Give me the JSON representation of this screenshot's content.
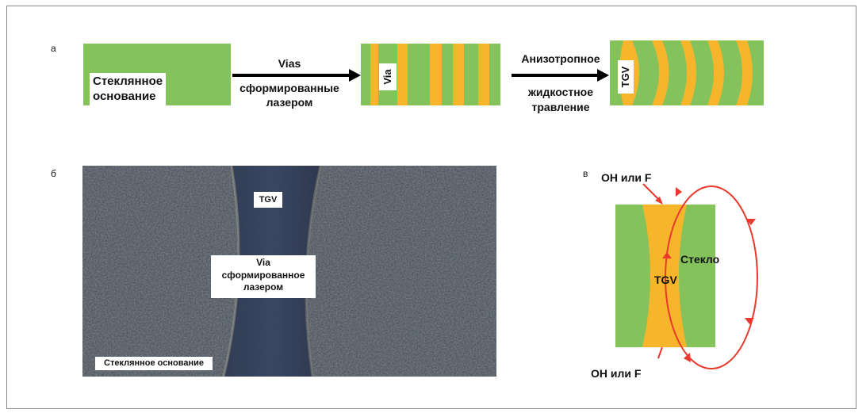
{
  "panels": {
    "a": "а",
    "b": "б",
    "c": "в"
  },
  "panel_a": {
    "glass_label_line1": "Стеклянное",
    "glass_label_line2": "основание",
    "arrow1_line1": "Vias",
    "arrow1_line2": "сформированные",
    "arrow1_line3": "лазером",
    "via_label": "Via",
    "arrow2_line1": "Анизотропное",
    "arrow2_line2": "жидкостное",
    "arrow2_line3": "травление",
    "tgv_label": "TGV"
  },
  "panel_b": {
    "tgv_label": "TGV",
    "via_line1": "Via",
    "via_line2": "сформированное",
    "via_line3": "лазером",
    "glass_label": "Стеклянное основание"
  },
  "panel_c": {
    "top_label": "OH или F",
    "bottom_label": "OH или F",
    "glass_label": "Стекло",
    "tgv_label": "TGV"
  },
  "colors": {
    "green": "#84c35c",
    "orange": "#f7b52b",
    "red": "#e8392c"
  }
}
